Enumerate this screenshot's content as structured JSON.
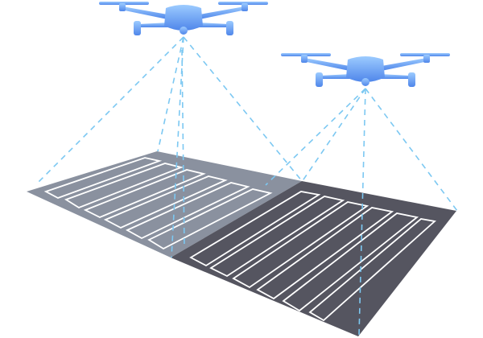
{
  "scene": {
    "drones": [
      {
        "name": "drone-left",
        "color_light": "#8ec2ff",
        "color_dark": "#4f86ea"
      },
      {
        "name": "drone-right",
        "color_light": "#8ec2ff",
        "color_dark": "#4f86ea"
      }
    ],
    "field_regions": [
      {
        "name": "field-region-left",
        "color": "#8a919f"
      },
      {
        "name": "field-region-right",
        "color": "#555560"
      }
    ],
    "scan_line_color": "#7cc8f2",
    "stripe_color": "#ffffff"
  }
}
